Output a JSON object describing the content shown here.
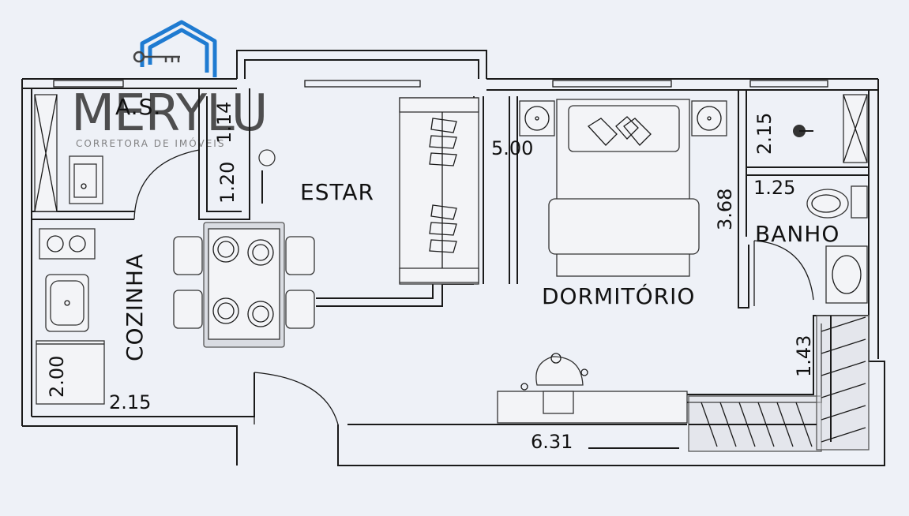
{
  "logo": {
    "name": "MERYLU",
    "tagline": "CORRETORA DE IMÓVEIS",
    "color": "#1f7bd1"
  },
  "rooms": {
    "estar": "ESTAR",
    "dormitorio": "DORMITÓRIO",
    "cozinha": "COZINHA",
    "banho": "BANHO",
    "as": "A.S."
  },
  "dimensions": {
    "as_width": "1.14",
    "as_depth": "1.20",
    "estar_width": "5.00",
    "dormitorio_depth": "3.68",
    "banho_top": "2.15",
    "banho_width": "1.25",
    "hall_depth": "1.43",
    "cozinha_depth": "2.00",
    "cozinha_width": "2.15",
    "total_width": "6.31"
  },
  "colors": {
    "background": "#eef1f7",
    "walls": "#1a1a1a",
    "logo_house": "#1f7bd1"
  }
}
